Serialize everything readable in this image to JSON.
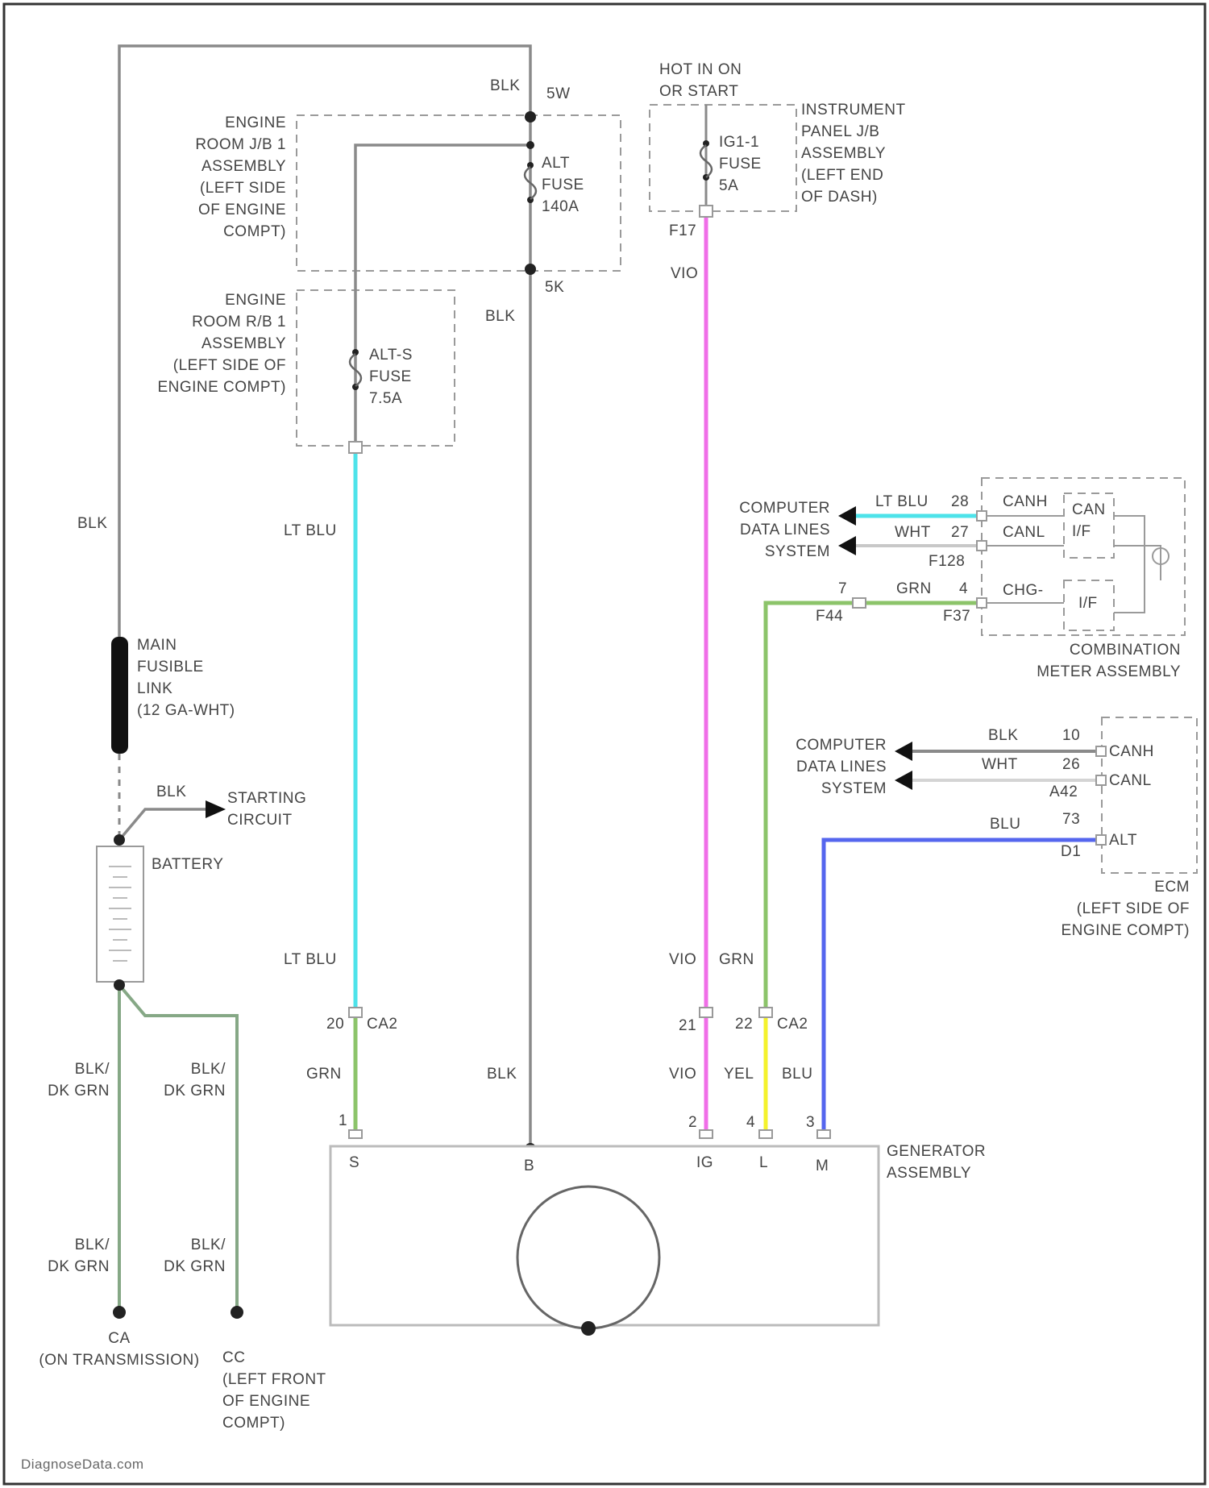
{
  "colors": {
    "blk": "#8a8a8a",
    "lt_blu": "#4de3ea",
    "vio": "#f06ee8",
    "grn": "#8cc46a",
    "yel": "#f4f22c",
    "blu": "#5566ee",
    "wht": "#c8c8c8",
    "blk_dk_grn": "#86a886"
  },
  "labels": {
    "blk_top": "BLK",
    "splice_5w": "5W",
    "splice_5k": "5K",
    "blk_mid": "BLK",
    "blk_left": "BLK",
    "blk_starting": "BLK",
    "eng_room_jb1": [
      "ENGINE",
      "ROOM J/B 1",
      "ASSEMBLY",
      "(LEFT SIDE",
      "OF ENGINE",
      "COMPT)"
    ],
    "alt_fuse": [
      "ALT",
      "FUSE",
      "140A"
    ],
    "hot_in_on": [
      "HOT IN ON",
      "OR START"
    ],
    "ig1_fuse": [
      "IG1-1",
      "FUSE",
      "5A"
    ],
    "ip_jb": [
      "INSTRUMENT",
      "PANEL J/B",
      "ASSEMBLY",
      "(LEFT END",
      "OF DASH)"
    ],
    "f17": "F17",
    "vio_upper": "VIO",
    "eng_room_rb1": [
      "ENGINE",
      "ROOM R/B 1",
      "ASSEMBLY",
      "(LEFT SIDE OF",
      "ENGINE COMPT)"
    ],
    "alt_s_fuse": [
      "ALT-S",
      "FUSE",
      "7.5A"
    ],
    "lt_blu_upper": "LT BLU",
    "lt_blu_lower": "LT BLU",
    "main_fusible": [
      "MAIN",
      "FUSIBLE",
      "LINK",
      "(12 GA-WHT)"
    ],
    "starting_circuit": [
      "STARTING",
      "CIRCUIT"
    ],
    "battery": "BATTERY",
    "cdls_1": [
      "COMPUTER",
      "DATA LINES",
      "SYSTEM"
    ],
    "meter_lt_blu": "LT BLU",
    "meter_pin_28": "28",
    "meter_wht": "WHT",
    "meter_pin_27": "27",
    "f128": "F128",
    "pin_7": "7",
    "meter_grn": "GRN",
    "pin_4": "4",
    "f44": "F44",
    "f37": "F37",
    "canh_m": "CANH",
    "canl_m": "CANL",
    "chg_m": "CHG-",
    "can_if": [
      "CAN",
      "I/F"
    ],
    "i_f": "I/F",
    "comb_meter": [
      "COMBINATION",
      "METER ASSEMBLY"
    ],
    "cdls_2": [
      "COMPUTER",
      "DATA LINES",
      "SYSTEM"
    ],
    "ecm_blk": "BLK",
    "ecm_pin_10": "10",
    "ecm_wht": "WHT",
    "ecm_pin_26": "26",
    "a42": "A42",
    "ecm_blu": "BLU",
    "ecm_pin_73": "73",
    "d1": "D1",
    "canh_e": "CANH",
    "canl_e": "CANL",
    "alt_e": "ALT",
    "ecm": [
      "ECM",
      "(LEFT SIDE OF",
      "ENGINE COMPT)"
    ],
    "vio_lower": "VIO",
    "grn_lower": "GRN",
    "pin_20": "20",
    "ca2_left": "CA2",
    "pin_21": "21",
    "pin_22": "22",
    "ca2_right": "CA2",
    "grn_bottom": "GRN",
    "blk_bottom": "BLK",
    "vio_bottom": "VIO",
    "yel_bottom": "YEL",
    "blu_bottom": "BLU",
    "gen_pin_1": "1",
    "gen_pin_2": "2",
    "gen_pin_4": "4",
    "gen_pin_3": "3",
    "gen_s": "S",
    "gen_b": "B",
    "gen_ig": "IG",
    "gen_l": "L",
    "gen_m": "M",
    "generator": [
      "GENERATOR",
      "ASSEMBLY"
    ],
    "blk_dk_grn_1": [
      "BLK/",
      "DK GRN"
    ],
    "blk_dk_grn_2": [
      "BLK/",
      "DK GRN"
    ],
    "blk_dk_grn_3": [
      "BLK/",
      "DK GRN"
    ],
    "blk_dk_grn_4": [
      "BLK/",
      "DK GRN"
    ],
    "ground_ca": [
      "CA",
      "(ON TRANSMISSION)"
    ],
    "ground_cc": [
      "CC",
      "(LEFT FRONT",
      "OF ENGINE",
      "COMPT)"
    ],
    "watermark": "DiagnoseData.com"
  }
}
